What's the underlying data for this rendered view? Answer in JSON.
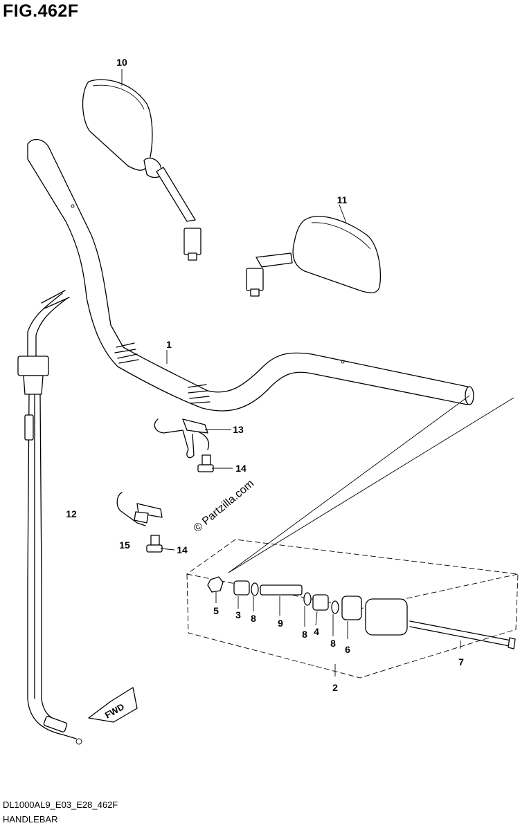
{
  "figure": {
    "title": "FIG.462F",
    "code": "DL1000AL9_E03_E28_462F",
    "name": "HANDLEBAR"
  },
  "watermark": "© Partzilla.com",
  "fwd_label": "FWD",
  "callouts": {
    "c1": "1",
    "c2": "2",
    "c3": "3",
    "c4": "4",
    "c5": "5",
    "c6": "6",
    "c7": "7",
    "c8a": "8",
    "c8b": "8",
    "c8c": "8",
    "c9": "9",
    "c10": "10",
    "c11": "11",
    "c12": "12",
    "c13": "13",
    "c14a": "14",
    "c14b": "14",
    "c15": "15"
  }
}
